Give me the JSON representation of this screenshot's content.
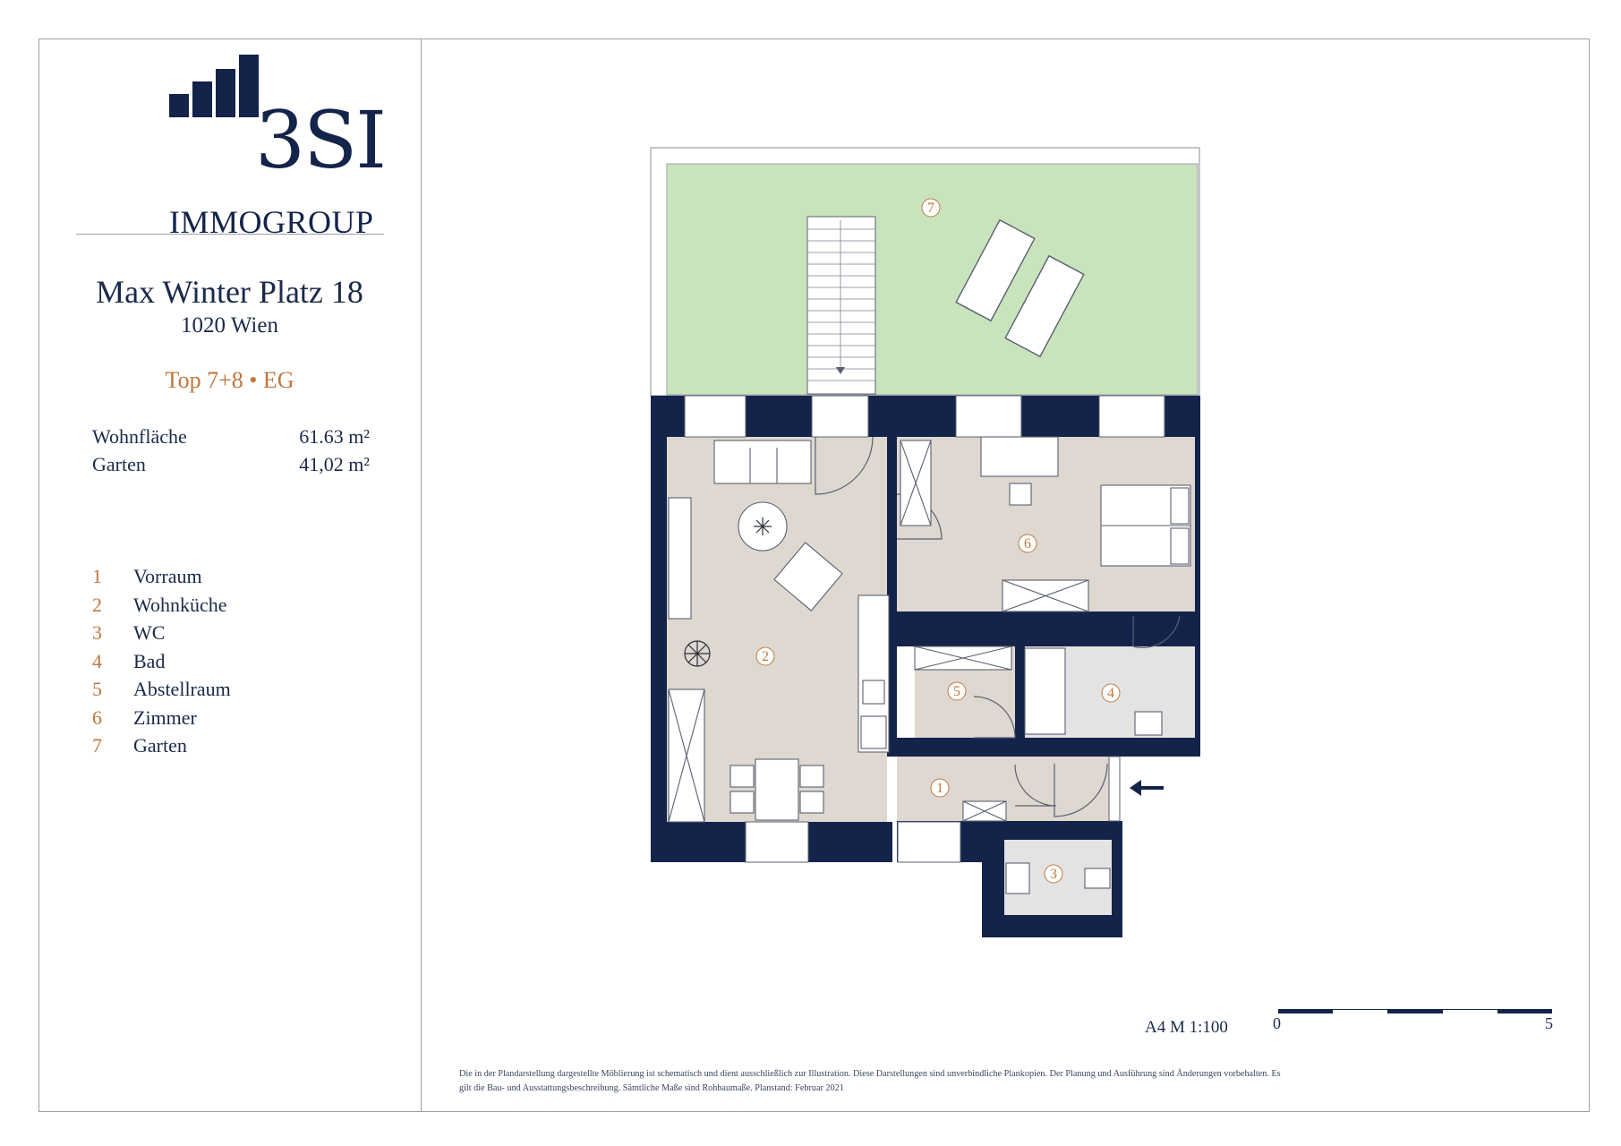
{
  "brand": {
    "logo_mark": "3SI",
    "logo_sub": "IMMOGROUP",
    "navy": "#14234a",
    "accent": "#c0773e"
  },
  "property": {
    "street": "Max Winter Platz 18",
    "city": "1020 Wien",
    "unit": "Top 7+8 • EG"
  },
  "areas": [
    {
      "label": "Wohnfläche",
      "value": "61.63 m²"
    },
    {
      "label": "Garten",
      "value": "41,02 m²"
    }
  ],
  "rooms": [
    {
      "num": "1",
      "name": "Vorraum"
    },
    {
      "num": "2",
      "name": "Wohnküche"
    },
    {
      "num": "3",
      "name": "WC"
    },
    {
      "num": "4",
      "name": "Bad"
    },
    {
      "num": "5",
      "name": "Abstellraum"
    },
    {
      "num": "6",
      "name": "Zimmer"
    },
    {
      "num": "7",
      "name": "Garten"
    }
  ],
  "plan": {
    "colors": {
      "wall": "#14234a",
      "garden": "#c9e4bd",
      "floor": "#ded8d0",
      "wet": "#e3e3e3"
    },
    "markers": [
      "1",
      "2",
      "3",
      "4",
      "5",
      "6",
      "7"
    ]
  },
  "scale": {
    "label": "A4  M 1:100",
    "start": "0",
    "end": "5"
  },
  "disclaimer": {
    "line1": "Die in der Plandarstellung dargestellte Möblierung ist schematisch und dient ausschließlich zur Illustration. Diese Darstellungen sind unverbindliche Plankopien. Der Planung und Ausführung sind Änderungen vorbehalten. Es",
    "line2": "gilt die Bau- und Ausstattungsbeschreibung. Sämtliche Maße sind Rohbaumaße. Planstand: Februar 2021"
  }
}
